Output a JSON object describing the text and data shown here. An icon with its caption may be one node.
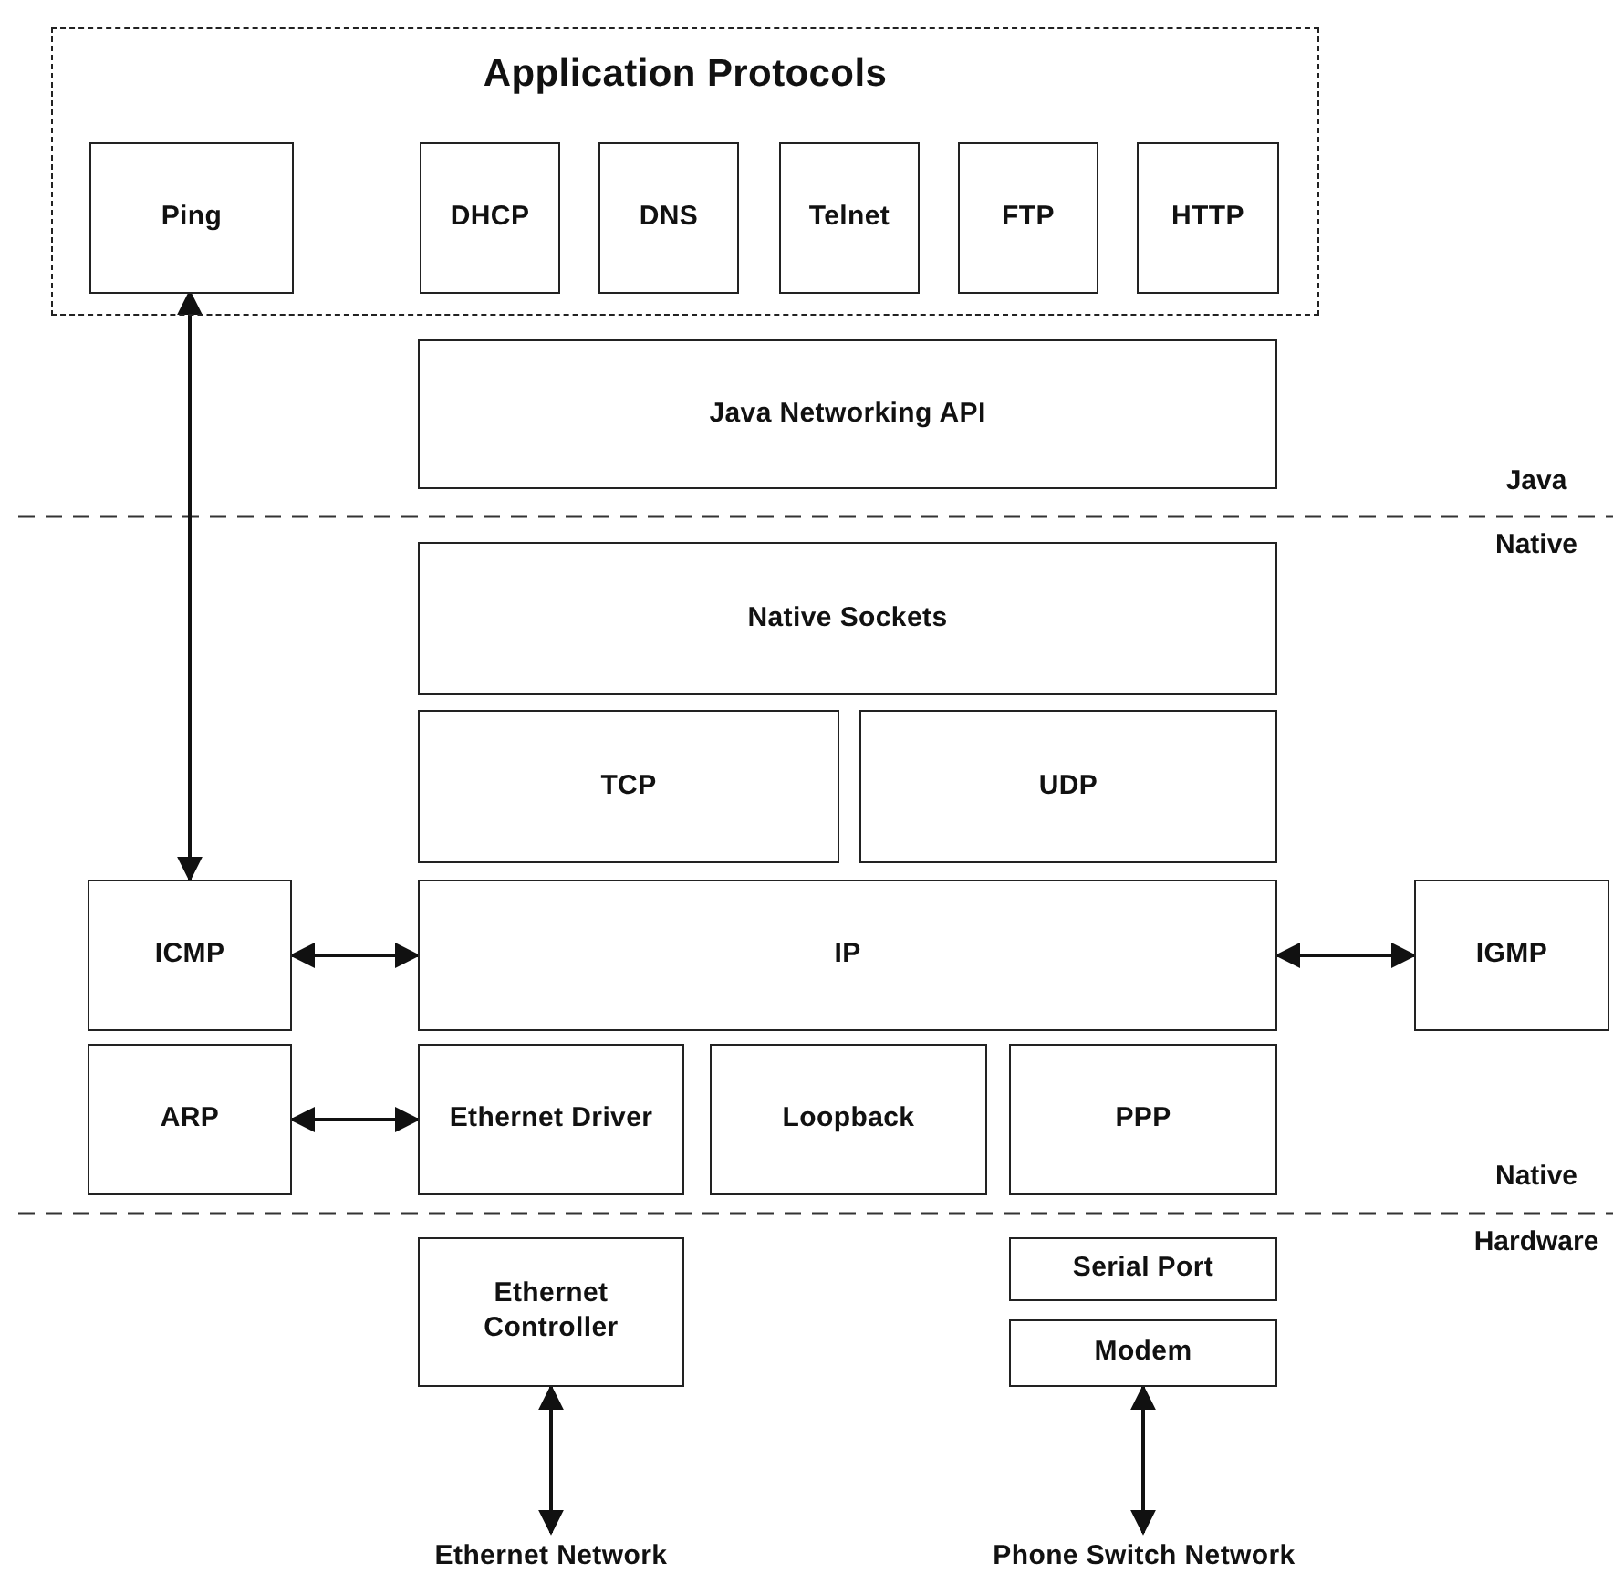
{
  "diagram": {
    "nodes": [
      {
        "text": [
          "Application Protocols"
        ]
      },
      {
        "text": [
          "Ping"
        ],
        "in": 0
      },
      {
        "text": [
          "DHCP"
        ],
        "in": 0
      },
      {
        "text": [
          "DNS"
        ],
        "in": 0
      },
      {
        "text": [
          "Telnet"
        ],
        "in": 0
      },
      {
        "text": [
          "FTP"
        ],
        "in": 0
      },
      {
        "text": [
          "HTTP"
        ],
        "in": 0
      },
      {
        "text": [
          "Java Networking API"
        ]
      },
      {
        "text": [
          "Native Sockets"
        ]
      },
      {
        "text": [
          "TCP"
        ]
      },
      {
        "text": [
          "UDP"
        ]
      },
      {
        "text": [
          "ICMP"
        ]
      },
      {
        "text": [
          "IP"
        ]
      },
      {
        "text": [
          "IGMP"
        ]
      },
      {
        "text": [
          "ARP"
        ]
      },
      {
        "text": [
          "Ethernet Driver"
        ]
      },
      {
        "text": [
          "Loopback"
        ]
      },
      {
        "text": [
          "PPP"
        ]
      },
      {
        "text": [
          "Ethernet Controller"
        ]
      },
      {
        "text": [
          "Serial Port"
        ]
      },
      {
        "text": [
          "Modem"
        ]
      },
      {
        "text": [
          "Ethernet Network"
        ]
      },
      {
        "text": [
          "Phone Switch Network"
        ]
      }
    ],
    "edges": [
      {
        "from": 1,
        "to": 11,
        "arrow": "both"
      },
      {
        "from": 11,
        "to": 12,
        "arrow": "both"
      },
      {
        "from": 12,
        "to": 13,
        "arrow": "both"
      },
      {
        "from": 14,
        "to": 15,
        "arrow": "both"
      },
      {
        "from": 18,
        "to": 21,
        "arrow": "both"
      },
      {
        "from": 20,
        "to": 22,
        "arrow": "both"
      }
    ],
    "labels": [
      "Java",
      "Native",
      "Native",
      "Hardware"
    ]
  }
}
